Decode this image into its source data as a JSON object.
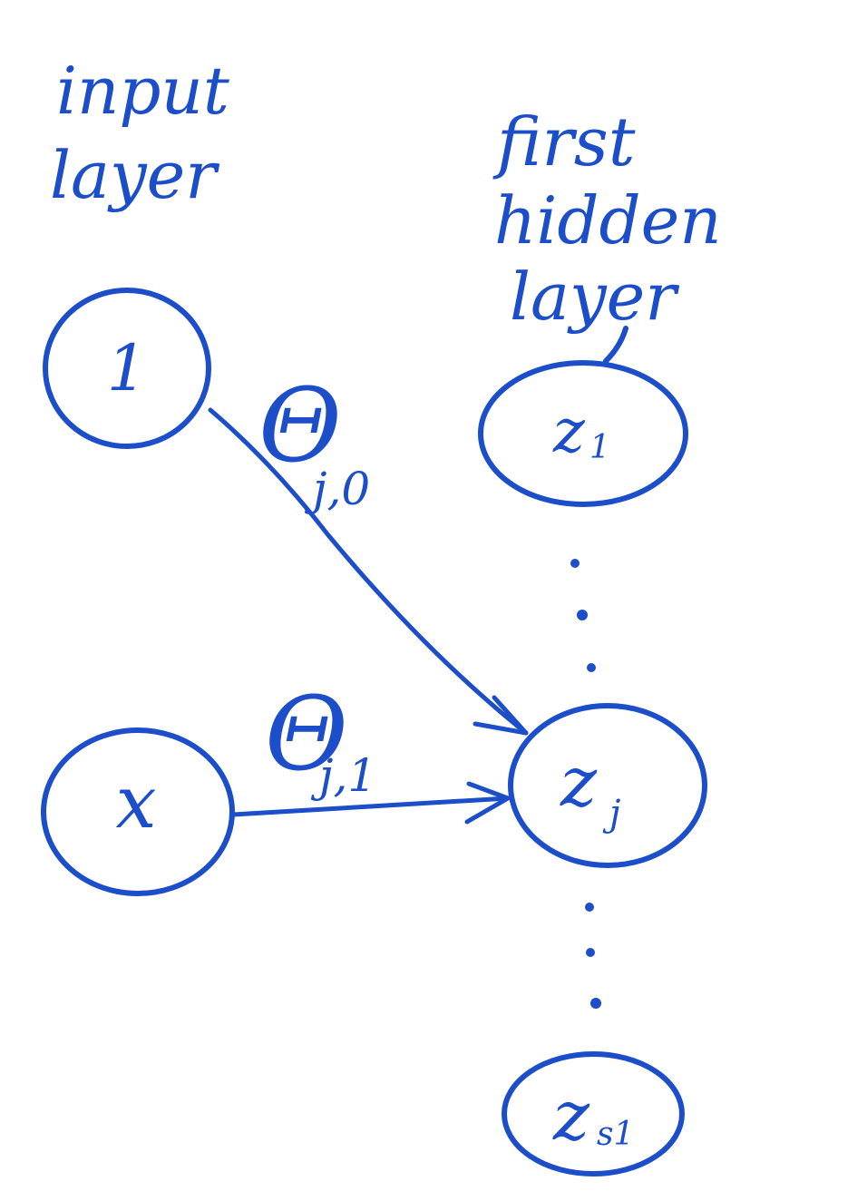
{
  "ink_color": "#1c4ec9",
  "labels": {
    "input_layer_line1": "input",
    "input_layer_line2": "layer",
    "hidden_layer_line1": "first",
    "hidden_layer_line2": "hidden",
    "hidden_layer_line3": "layer"
  },
  "input_nodes": [
    {
      "id": "bias",
      "label": "1"
    },
    {
      "id": "x",
      "label": "x"
    }
  ],
  "hidden_nodes": [
    {
      "id": "z1",
      "label": "z",
      "subscript": "1"
    },
    {
      "id": "zj",
      "label": "z",
      "subscript": "j"
    },
    {
      "id": "zs1",
      "label": "z",
      "subscript": "s1"
    }
  ],
  "weights": [
    {
      "id": "theta_j0",
      "symbol": "Θ",
      "subscript": "j,0"
    },
    {
      "id": "theta_j1",
      "symbol": "Θ",
      "subscript": "j,1"
    }
  ],
  "edges": [
    {
      "from": "bias",
      "to": "zj",
      "weight": "theta_j0"
    },
    {
      "from": "x",
      "to": "zj",
      "weight": "theta_j1"
    }
  ]
}
